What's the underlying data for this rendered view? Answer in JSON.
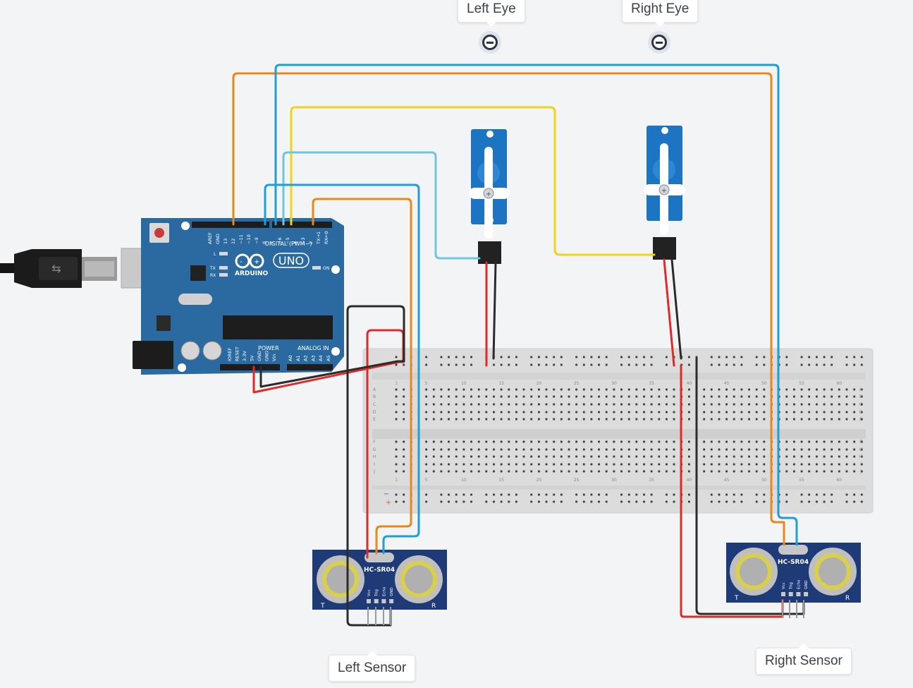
{
  "labels": {
    "left_eye": "Left Eye",
    "right_eye": "Right Eye",
    "left_sensor": "Left Sensor",
    "right_sensor": "Right Sensor"
  },
  "arduino": {
    "brand": "ARDUINO",
    "model": "UNO",
    "digital_label": "DIGITAL (PWM~)",
    "power_label": "POWER",
    "analog_label": "ANALOG IN",
    "on_label": "ON",
    "tx_label": "TX",
    "rx_label": "RX",
    "l_label": "L",
    "digital_pins": [
      "AREF",
      "GND",
      "13",
      "12",
      "~11",
      "~10",
      "~9",
      "8",
      "7",
      "~6",
      "~5",
      "4",
      "~3",
      "2",
      "TX→1",
      "RX←0"
    ],
    "power_pins": [
      "IOREF",
      "RESET",
      "3.3V",
      "5V",
      "GND",
      "GND",
      "Vin"
    ],
    "analog_pins": [
      "A0",
      "A1",
      "A2",
      "A3",
      "A4",
      "A5"
    ]
  },
  "sensors": {
    "model": "HC-SR04",
    "pins": [
      "Vcc",
      "Trig",
      "Echo",
      "GND"
    ],
    "t_mark": "T",
    "r_mark": "R"
  },
  "breadboard": {
    "column_numbers": [
      "1",
      "5",
      "10",
      "15",
      "20",
      "25",
      "30",
      "35",
      "40",
      "45",
      "50",
      "55",
      "60"
    ],
    "row_letters_top": [
      "A",
      "B",
      "C",
      "D",
      "E"
    ],
    "row_letters_bottom": [
      "F",
      "G",
      "H",
      "I",
      "J"
    ],
    "rail_minus": "−",
    "rail_plus": "+"
  },
  "colors": {
    "wire_orange": "#e8871b",
    "wire_blue": "#1f9ed8",
    "wire_yellow": "#f2d21b",
    "wire_lightblue": "#6fc5dd",
    "wire_red": "#e02a2a",
    "wire_black": "#2b2b2b",
    "arduino_blue": "#2a6aa0",
    "servo_blue": "#1d74c2",
    "sensor_blue": "#1e3b78"
  }
}
